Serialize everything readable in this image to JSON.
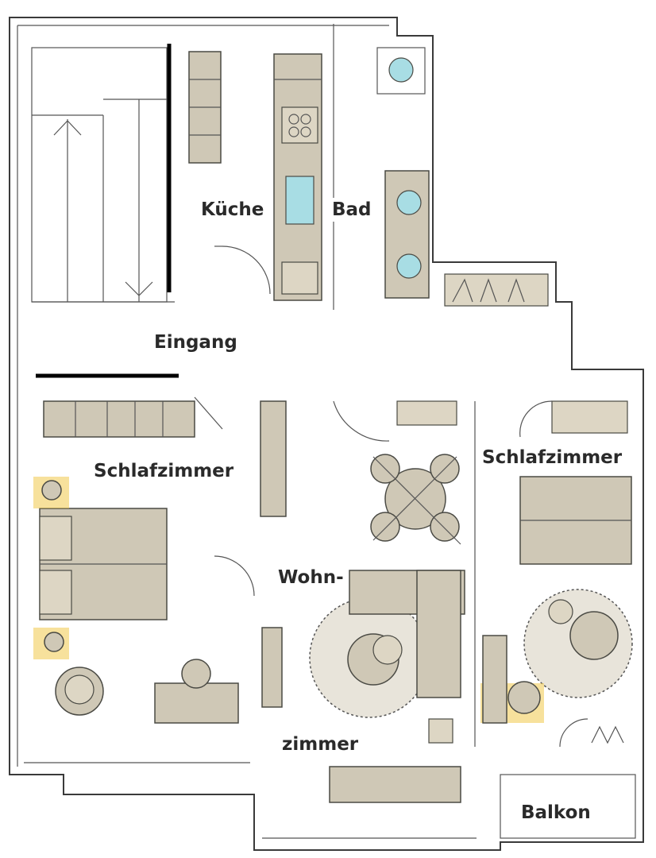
{
  "rooms": {
    "kueche": "Küche",
    "bad": "Bad",
    "eingang": "Eingang",
    "schlafzimmer_left": "Schlafzimmer",
    "schlafzimmer_right": "Schlafzimmer",
    "wohn": "Wohn-",
    "zimmer": "zimmer",
    "balkon": "Balkon"
  },
  "colors": {
    "walls": "#3a3a3a",
    "furniture": "#cfc8b6",
    "water": "#a8dde4",
    "accent": "#f0c84a"
  }
}
